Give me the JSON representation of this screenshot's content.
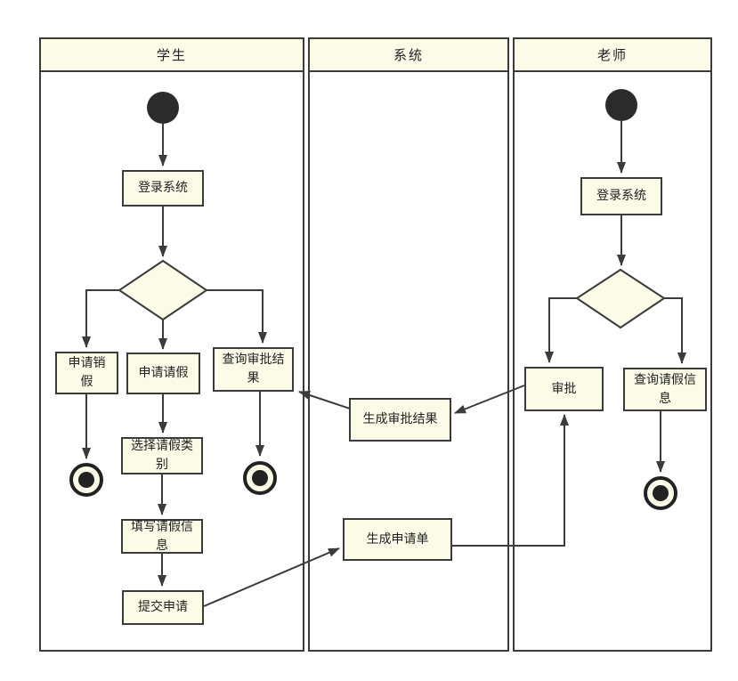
{
  "diagram": {
    "type": "uml-activity-swimlane",
    "lanes": [
      {
        "id": "student",
        "label": "学生"
      },
      {
        "id": "system",
        "label": "系统"
      },
      {
        "id": "teacher",
        "label": "老师"
      }
    ],
    "nodes": {
      "student_login": {
        "label": "登录系统"
      },
      "apply_cancel_leave": {
        "label": "申请销假"
      },
      "apply_leave": {
        "label": "申请请假"
      },
      "query_approval_result": {
        "label": "查询审批结果"
      },
      "select_leave_type": {
        "label": "选择请假类别"
      },
      "fill_leave_info": {
        "label": "填写请假信息"
      },
      "submit_application": {
        "label": "提交申请"
      },
      "generate_approval_result": {
        "label": "生成审批结果"
      },
      "generate_application_form": {
        "label": "生成申请单"
      },
      "teacher_login": {
        "label": "登录系统"
      },
      "approve": {
        "label": "审批"
      },
      "query_leave_info": {
        "label": "查询请假信息"
      }
    },
    "colors": {
      "box_fill": "#FBFBE8",
      "stroke": "#3B3B3B",
      "start_node": "#2B2B2B",
      "background": "#FFFFFF"
    }
  }
}
